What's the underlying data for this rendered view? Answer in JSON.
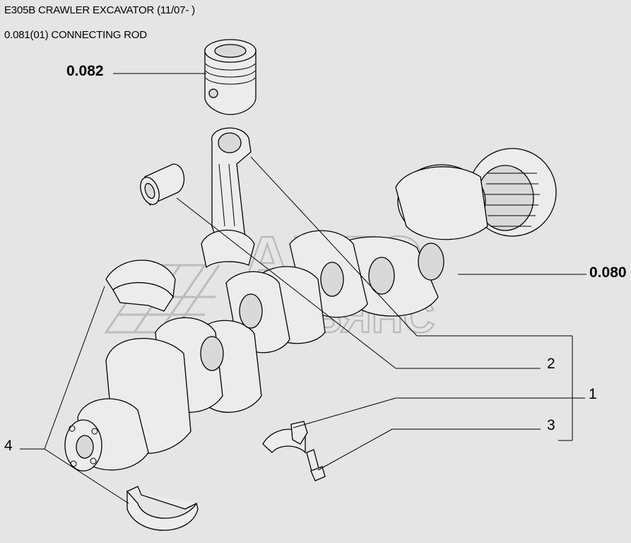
{
  "header": {
    "model_title": "E305B CRAWLER EXCAVATOR (11/07- )",
    "section_title": "0.081(01) CONNECTING ROD"
  },
  "callouts": {
    "piston_ref": "0.082",
    "crankshaft_ref": "0.080",
    "item_1": "1",
    "item_2": "2",
    "item_3": "3",
    "item_4": "4"
  },
  "watermark": {
    "line1": "АВТО",
    "line2": "АЛЬЯНС"
  },
  "colors": {
    "background": "#e5e5e5",
    "line": "#000000",
    "watermark": "#bcbcbc"
  }
}
